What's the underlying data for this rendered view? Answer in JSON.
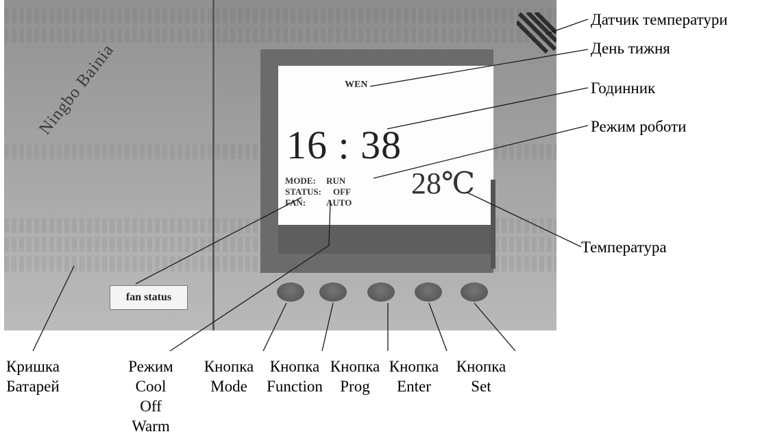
{
  "device": {
    "brand": "Ningbo Bainia",
    "fan_tag": "fan status",
    "display": {
      "day": "WEN",
      "clock": "16 : 38",
      "temperature": "28℃",
      "rows": [
        {
          "key": "MODE:",
          "value": "RUN"
        },
        {
          "key": "STATUS:",
          "value": "OFF"
        },
        {
          "key": "FAN:",
          "value": "AUTO"
        }
      ]
    },
    "buttons": [
      "mode",
      "function",
      "prog",
      "enter",
      "set"
    ]
  },
  "callouts": {
    "temp_sensor": "Датчик температури",
    "weekday": "День тижня",
    "clock": "Годинник",
    "run_mode": "Режим роботи",
    "temperature": "Температура"
  },
  "bottom_labels": {
    "battery_cover": [
      "Кришка",
      "Батарей"
    ],
    "mode_select": [
      "Режим",
      "Cool",
      "Off",
      "Warm"
    ],
    "mode_button": [
      "Кнопка",
      "Mode"
    ],
    "function_button": [
      "Кнопка",
      "Function"
    ],
    "prog_button": [
      "Кнопка",
      "Prog"
    ],
    "enter_button": [
      "Кнопка",
      "Enter"
    ],
    "set_button": [
      "Кнопка",
      "Set"
    ]
  }
}
